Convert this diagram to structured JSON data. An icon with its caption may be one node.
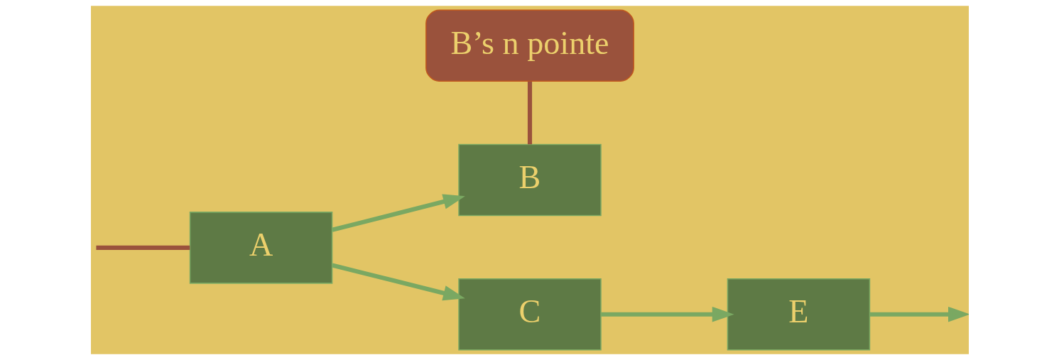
{
  "diagram": {
    "nodes": [
      {
        "text": [
          "A"
        ]
      },
      {
        "text": [
          "C"
        ]
      },
      {
        "text": [
          "E"
        ]
      },
      {
        "text": [
          "B"
        ]
      },
      {
        "text": [
          "B’s n pointe"
        ]
      }
    ],
    "edges": [
      {
        "from": 0,
        "to": 1,
        "arrow": "to"
      },
      {
        "from": 1,
        "to": 2,
        "arrow": "to"
      },
      {
        "from": 2,
        "to": null,
        "arrow": "to"
      },
      {
        "from": 0,
        "to": 3,
        "arrow": "to"
      },
      {
        "from": 4,
        "to": 3,
        "arrow": "none",
        "color": "#9a523c"
      },
      {
        "from": null,
        "to": 0,
        "arrow": "none",
        "color": "#9a523c"
      }
    ]
  }
}
